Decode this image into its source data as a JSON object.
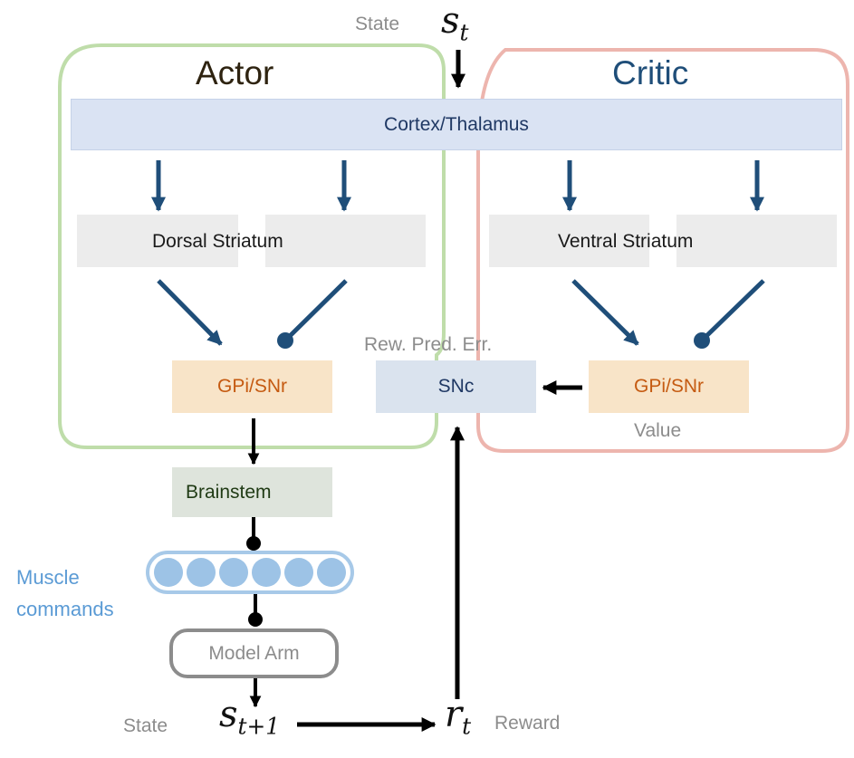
{
  "colors": {
    "actor_border": "#a9d18e",
    "critic_border": "#e8a39a",
    "arrow_blue": "#1f4e79",
    "arrow_black": "#000000",
    "cortex_fill": "#dae3f3",
    "gpi_fill": "#f8e4c8",
    "gpi_text": "#c55a11",
    "muscle_neuron": "#9dc3e6"
  },
  "top": {
    "state_label": "State",
    "state_symbol": "s",
    "state_sub": "t"
  },
  "actor": {
    "title": "Actor"
  },
  "critic": {
    "title": "Critic"
  },
  "cortex": {
    "label": "Cortex/Thalamus"
  },
  "dorsal": {
    "label": "Dorsal Striatum"
  },
  "ventral": {
    "label": "Ventral Striatum"
  },
  "actor_gpi": {
    "label": "GPi/SNr"
  },
  "critic_gpi": {
    "label": "GPi/SNr",
    "sublabel": "Value"
  },
  "snc": {
    "label": "SNc",
    "caption": "Rew. Pred. Err."
  },
  "brainstem": {
    "label": "Brainstem"
  },
  "muscle": {
    "line1": "Muscle",
    "line2": "commands",
    "neuron_count": 6
  },
  "arm": {
    "label": "Model Arm"
  },
  "bottom": {
    "state_label": "State",
    "next_state_symbol": "s",
    "next_state_sub": "t+1",
    "reward_symbol": "r",
    "reward_sub": "t",
    "reward_label": "Reward"
  }
}
